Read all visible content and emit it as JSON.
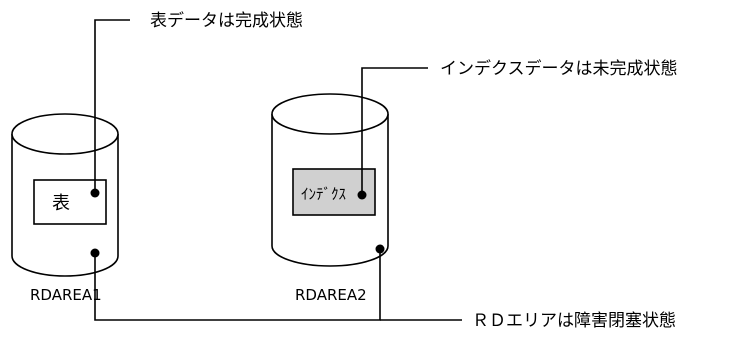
{
  "callouts": {
    "table_state": "表データは完成状態",
    "index_state": "インデクスデータは未完成状態",
    "rdarea_state": "ＲＤエリアは障害閉塞状態"
  },
  "db1": {
    "label": "RDAREA1",
    "box_text": "表",
    "box_fill": "#ffffff"
  },
  "db2": {
    "label": "RDAREA2",
    "box_text": "ｲﾝﾃﾞｸｽ",
    "box_fill": "#d0d0d0"
  },
  "colors": {
    "stroke": "#000000",
    "background": "#ffffff"
  }
}
